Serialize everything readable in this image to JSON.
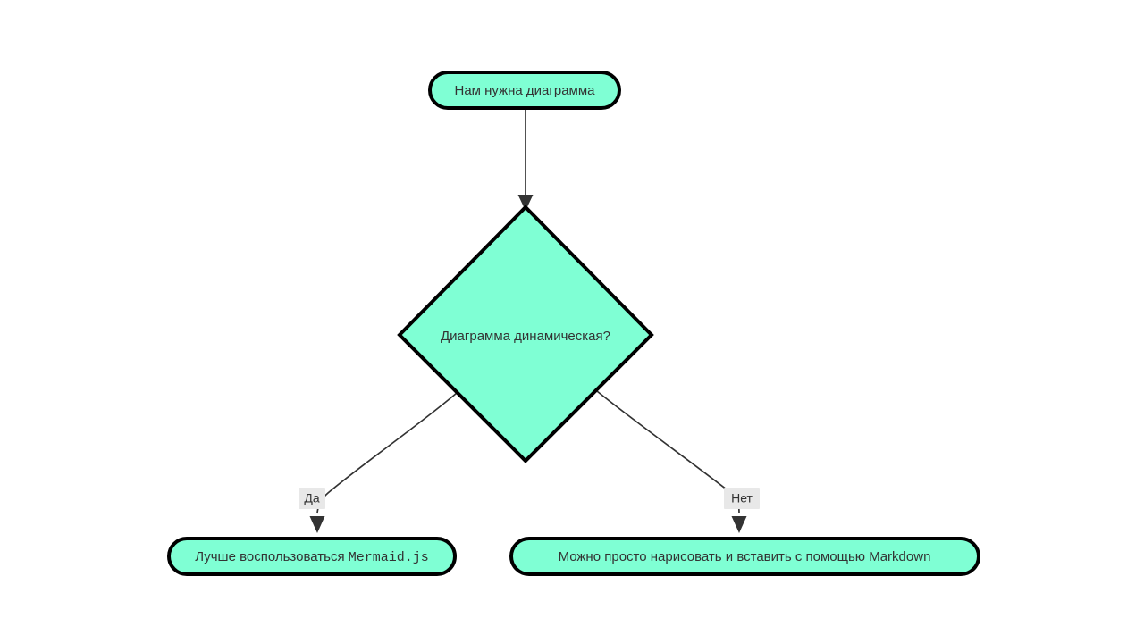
{
  "diagram": {
    "type": "flowchart",
    "direction": "top-down",
    "background_color": "#ffffff",
    "node_fill_color": "#7FFFD4",
    "node_stroke_color": "#000000",
    "text_color": "#333333",
    "edge_color": "#333333",
    "edge_label_background": "#e8e8e8",
    "nodes": [
      {
        "id": "start",
        "shape": "stadium",
        "label": "Нам нужна диаграмма"
      },
      {
        "id": "decision",
        "shape": "diamond",
        "label": "Диаграмма динамическая?"
      },
      {
        "id": "yes-result",
        "shape": "stadium",
        "label_plain": "Лучше воспользоваться ",
        "label_code": "Mermaid.js",
        "label": "Лучше воспользоваться Mermaid.js"
      },
      {
        "id": "no-result",
        "shape": "stadium",
        "label": "Можно просто нарисовать и вставить с помощью Markdown"
      }
    ],
    "edges": [
      {
        "id": "start-to-decision",
        "from": "start",
        "to": "decision",
        "label": ""
      },
      {
        "id": "decision-to-yes",
        "from": "decision",
        "to": "yes-result",
        "label": "Да"
      },
      {
        "id": "decision-to-no",
        "from": "decision",
        "to": "no-result",
        "label": "Нет"
      }
    ]
  }
}
